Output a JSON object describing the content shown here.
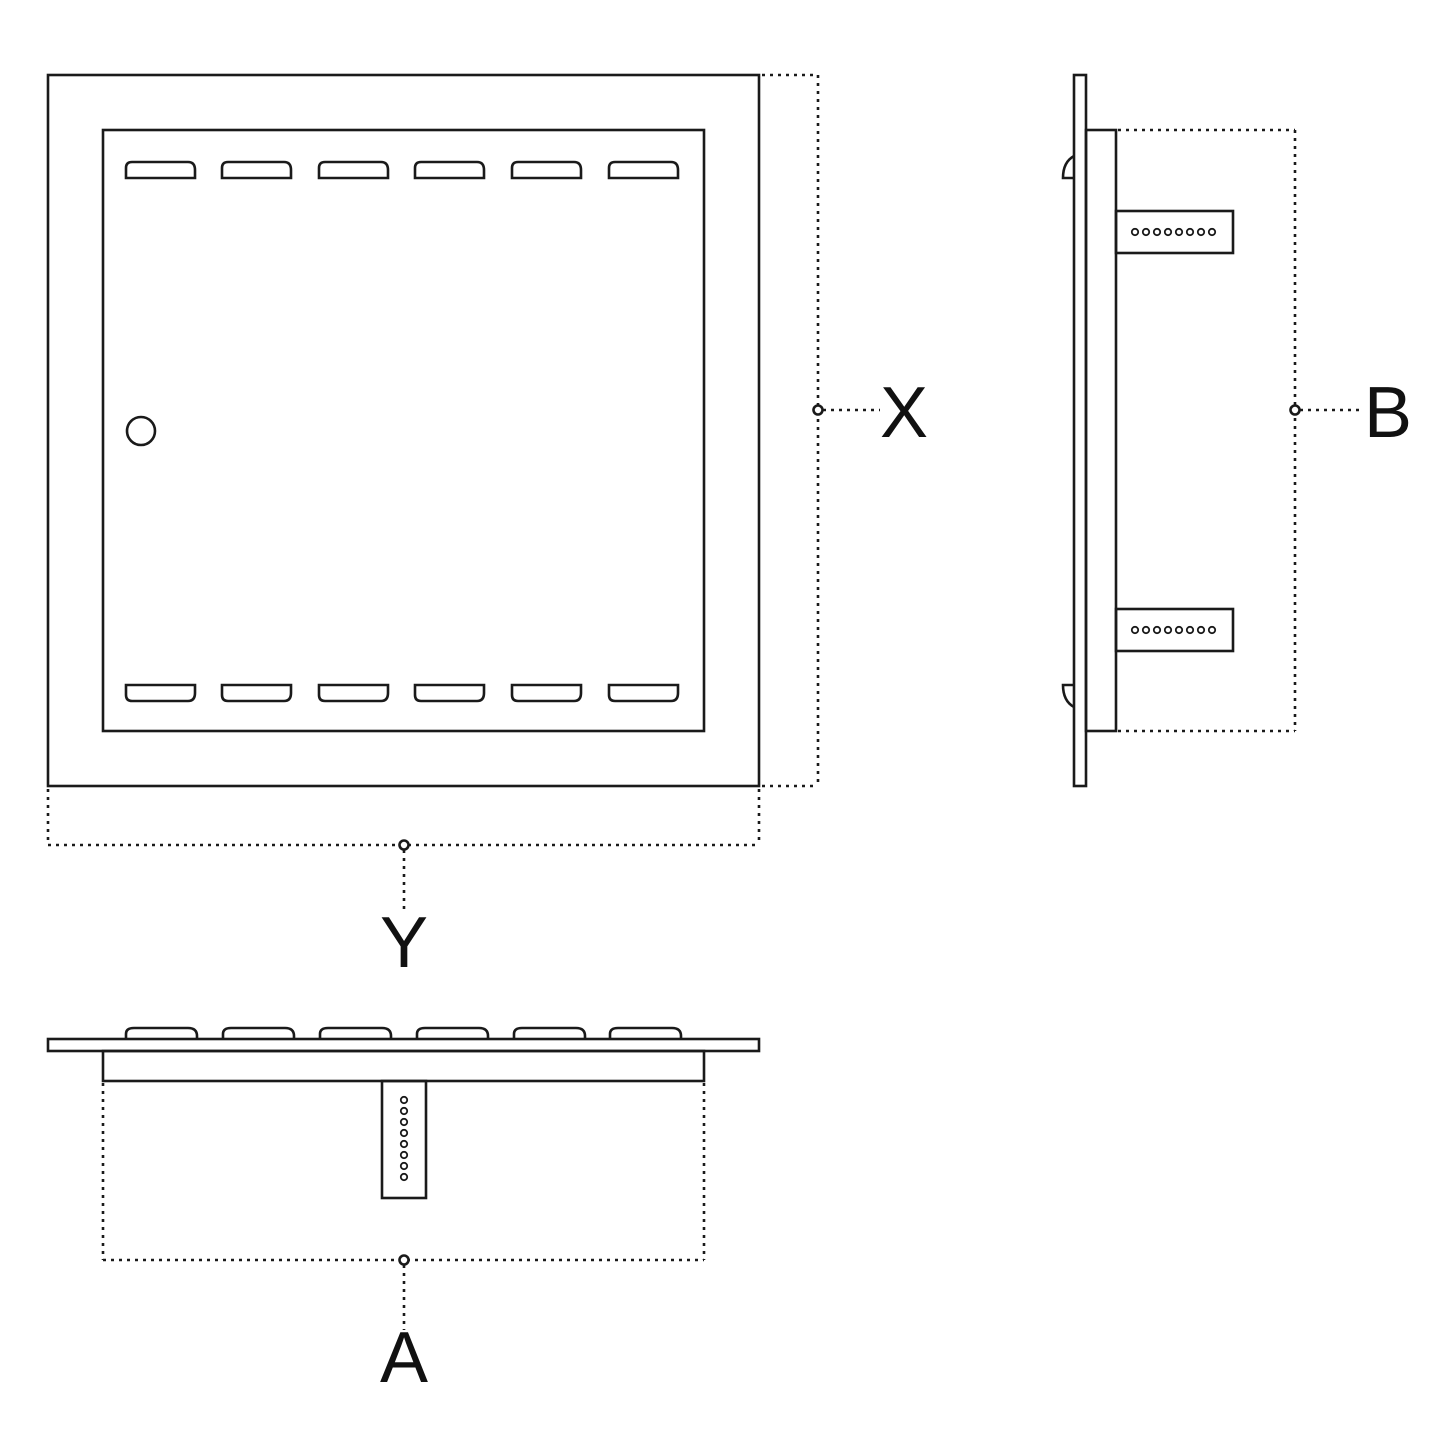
{
  "labels": {
    "x": "X",
    "y": "Y",
    "a": "A",
    "b": "B"
  },
  "colors": {
    "line": "#1a1a1a",
    "background": "#ffffff"
  }
}
